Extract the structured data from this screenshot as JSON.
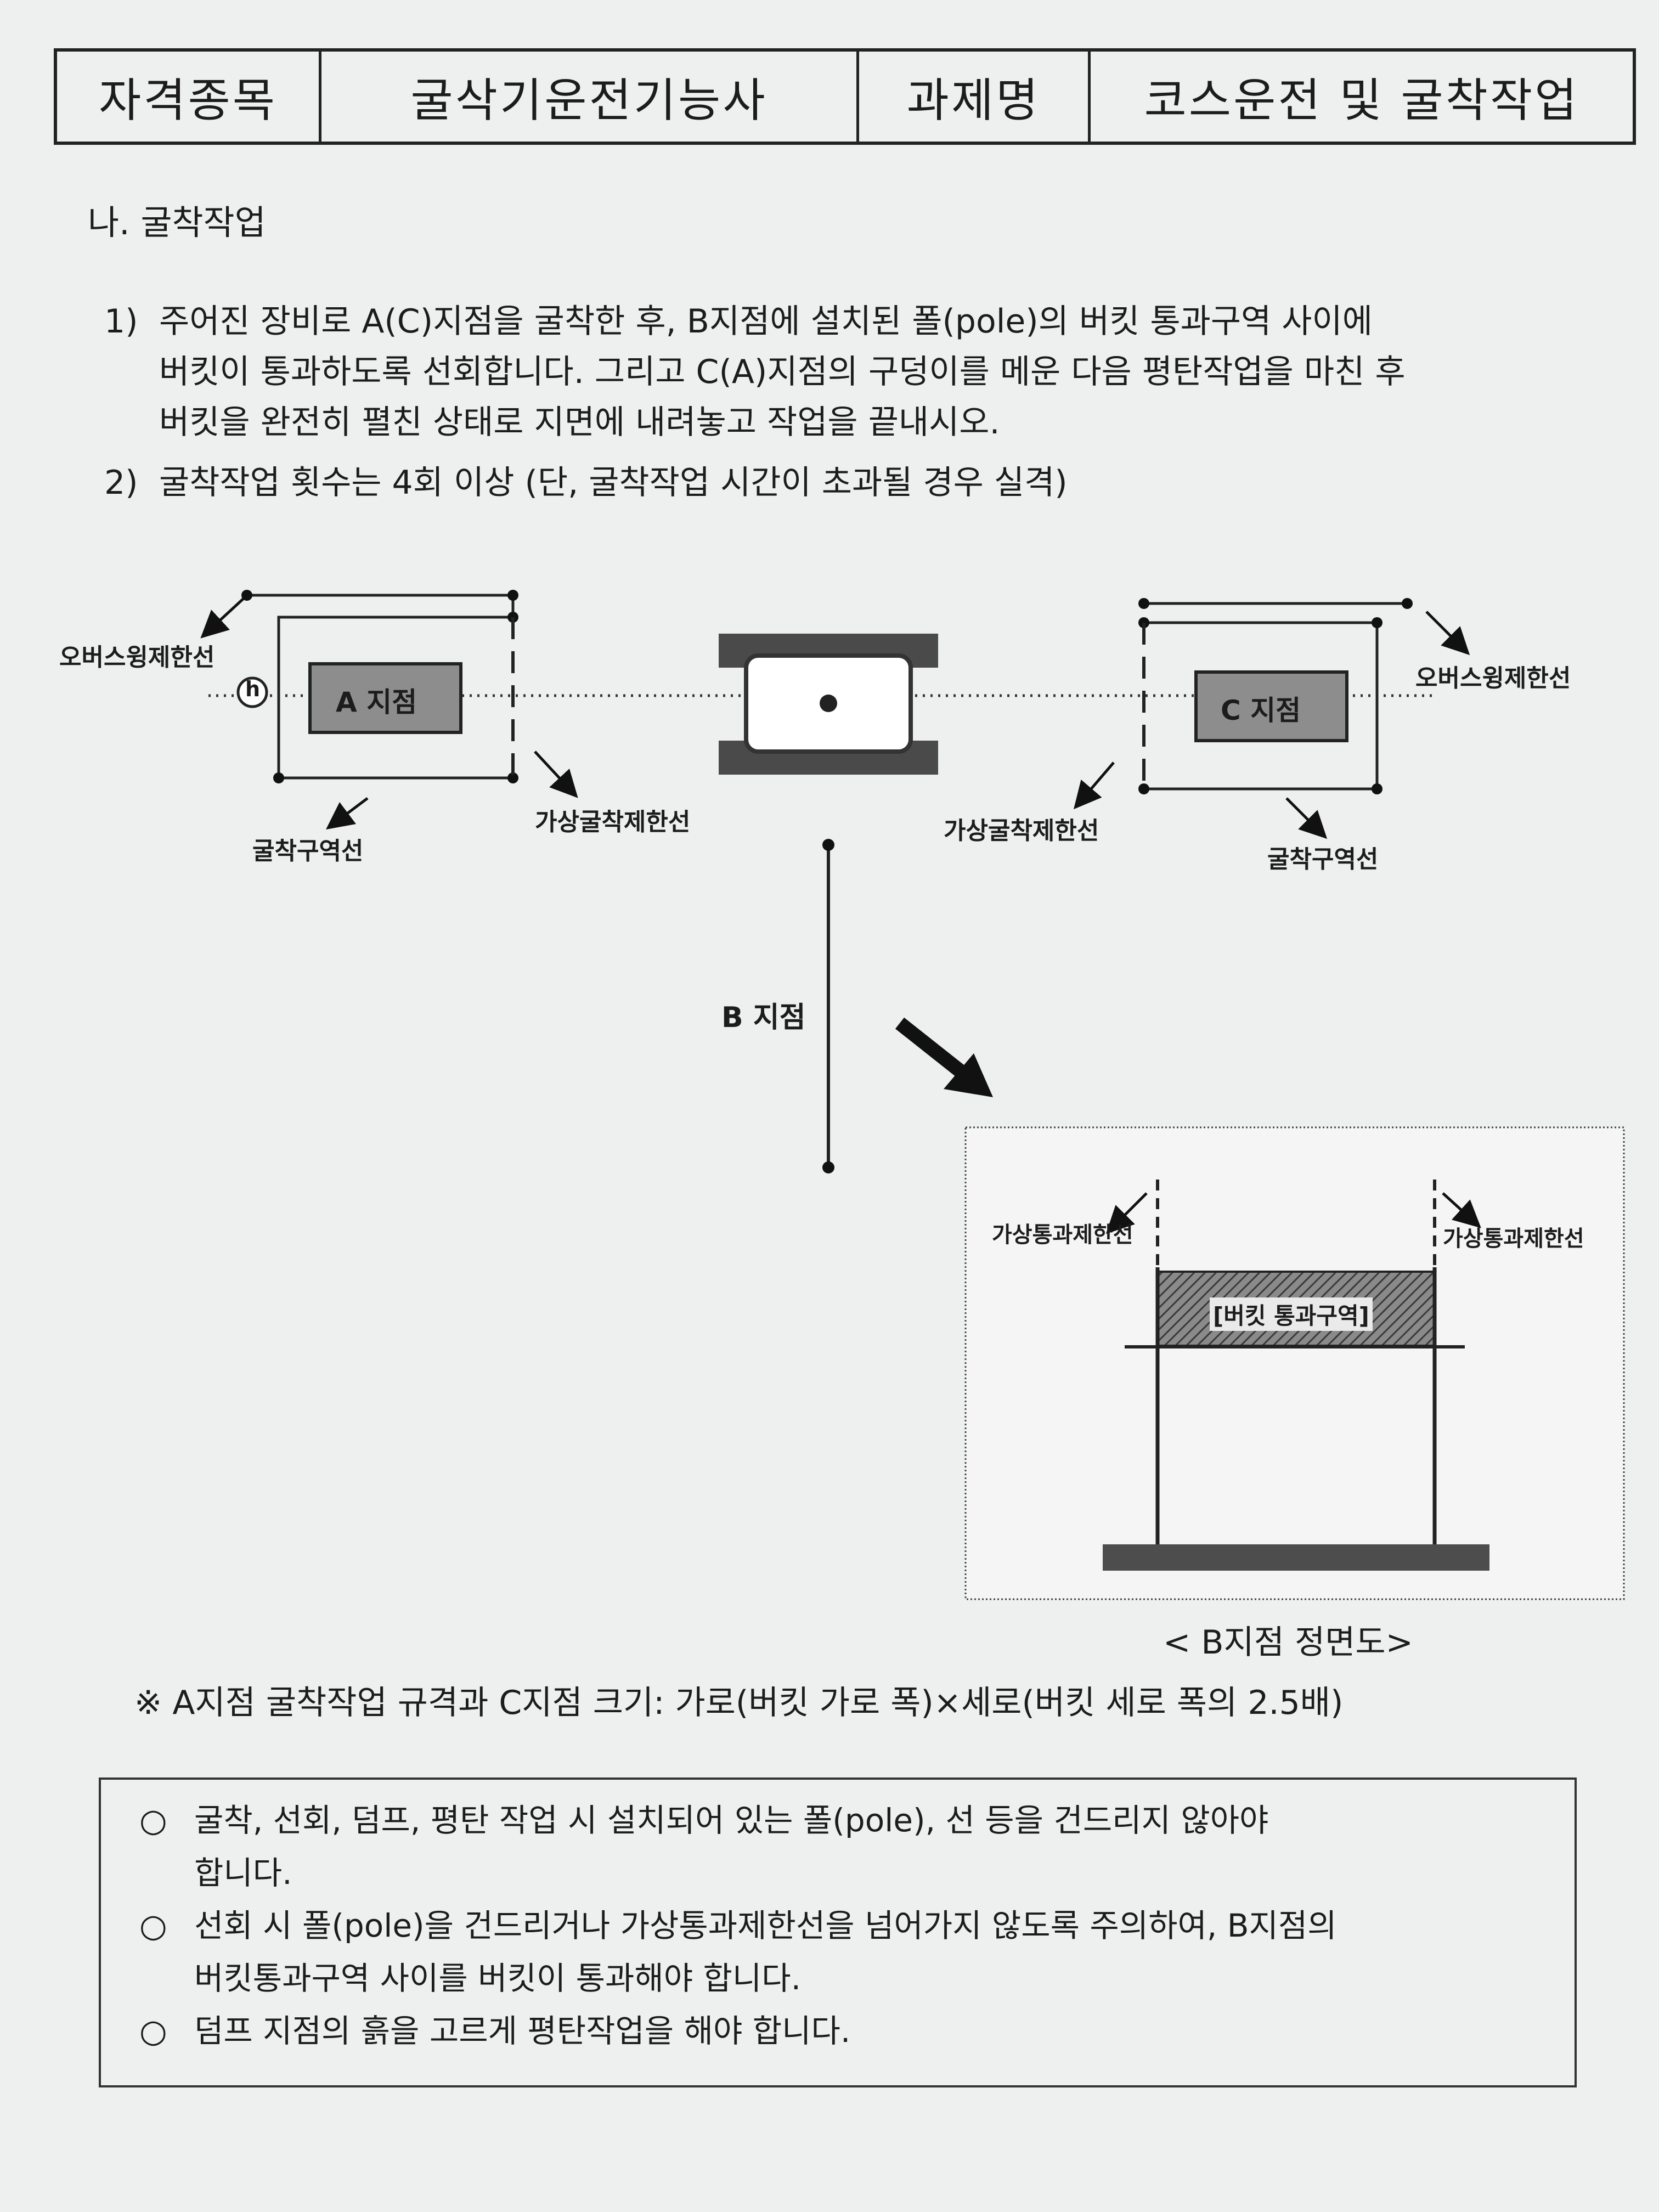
{
  "header": {
    "label1": "자격종목",
    "value1": "굴삭기운전기능사",
    "label2": "과제명",
    "value2": "코스운전 및 굴착작업"
  },
  "section_title": "나. 굴착작업",
  "instructions": [
    {
      "num": "1)",
      "lines": [
        "주어진 장비로 A(C)지점을 굴착한 후, B지점에 설치된 폴(pole)의 버킷 통과구역 사이에",
        "버킷이 통과하도록 선회합니다. 그리고 C(A)지점의 구덩이를 메운 다음 평탄작업을 마친 후",
        "버킷을 완전히 펼친 상태로 지면에 내려놓고 작업을 끝내시오."
      ]
    },
    {
      "num": "2)",
      "lines": [
        "굴착작업 횟수는 4회 이상 (단, 굴착작업 시간이 초과될 경우 실격)"
      ]
    }
  ],
  "diagram": {
    "left_overswing": "오버스윙제한선",
    "a_point": "A 지점",
    "h_marker": "h",
    "left_dig_area": "굴착구역선",
    "left_virtual_dig": "가상굴착제한선",
    "right_overswing": "오버스윙제한선",
    "c_point": "C 지점",
    "right_virtual_dig": "가상굴착제한선",
    "right_dig_area": "굴착구역선",
    "b_point": "B 지점",
    "front_left_limit": "가상통과제한선",
    "front_right_limit": "가상통과제한선",
    "bucket_zone": "[버킷 통과구역]",
    "front_caption": "< B지점 정면도>"
  },
  "note": "※ A지점 굴착작업 규격과 C지점 크기: 가로(버킷 가로 폭)×세로(버킷 세로 폭의 2.5배)",
  "rules": [
    {
      "bullet": "○",
      "lines": [
        "굴착, 선회, 덤프, 평탄 작업 시 설치되어 있는 폴(pole), 선 등을 건드리지 않아야",
        "합니다."
      ]
    },
    {
      "bullet": "○",
      "lines": [
        "선회 시 폴(pole)을 건드리거나 가상통과제한선을 넘어가지 않도록 주의하여, B지점의",
        "버킷통과구역 사이를 버킷이 통과해야 합니다."
      ]
    },
    {
      "bullet": "○",
      "lines": [
        "덤프 지점의 흙을 고르게 평탄작업을 해야 합니다."
      ]
    }
  ]
}
